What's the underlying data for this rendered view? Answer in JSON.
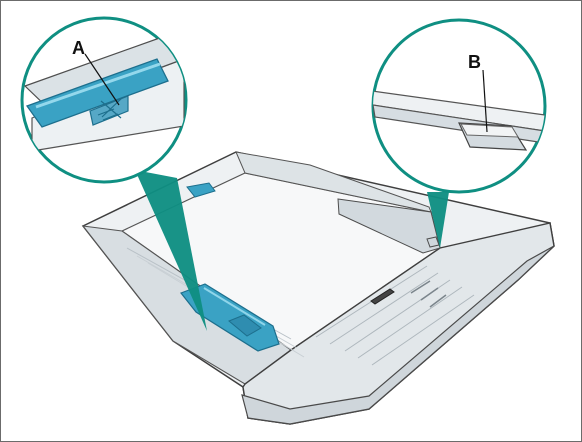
{
  "diagram": {
    "callouts": [
      {
        "id": "A",
        "label": "A"
      },
      {
        "id": "B",
        "label": "B"
      }
    ],
    "colors": {
      "frame": "#6b6b6b",
      "callout_teal": "#0f8f82",
      "guide_blue": "#3aa2c4",
      "guide_blue_dark": "#1d6f8d",
      "tray_fill": "#eef1f3",
      "tray_shade": "#d8dee2",
      "tray_outline": "#3f3f3f"
    }
  }
}
